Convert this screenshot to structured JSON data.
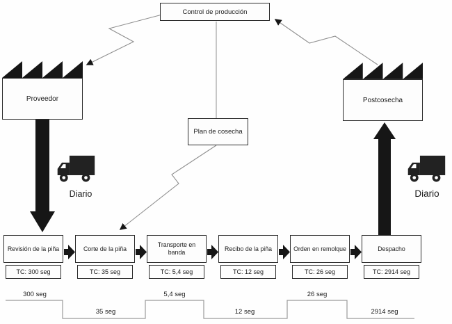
{
  "diagram_title": "Control de producción",
  "control_box": {
    "label": "Control de producción"
  },
  "plan_box": {
    "label": "Plan de cosecha"
  },
  "supplier": {
    "label": "Proveedor"
  },
  "customer": {
    "label": "Postcosecha"
  },
  "shipments": {
    "left_label": "Diario",
    "right_label": "Diario"
  },
  "process_steps": [
    {
      "name": "Revisión de la piña",
      "cycle_time": "TC: 300 seg"
    },
    {
      "name": "Corte de la piña",
      "cycle_time": "TC: 35 seg"
    },
    {
      "name": "Transporte en banda",
      "cycle_time": "TC: 5,4 seg"
    },
    {
      "name": "Recibo de la piña",
      "cycle_time": "TC: 12 seg"
    },
    {
      "name": "Orden en remolque",
      "cycle_time": "TC: 26 seg"
    },
    {
      "name": "Despacho",
      "cycle_time": "TC: 2914 seg"
    }
  ],
  "timeline": {
    "unit": "seg",
    "segments": [
      {
        "label": "300 seg",
        "level": "high"
      },
      {
        "label": "35 seg",
        "level": "low"
      },
      {
        "label": "5,4 seg",
        "level": "high"
      },
      {
        "label": "12 seg",
        "level": "low"
      },
      {
        "label": "26 seg",
        "level": "high"
      },
      {
        "label": "2914 seg",
        "level": "low"
      }
    ]
  },
  "colors": {
    "background": "#fefefe",
    "box_border": "#2a2a2a",
    "solid_black": "#161616",
    "thin_line_gray": "#8f8f8f",
    "text": "#1a1a1a"
  }
}
